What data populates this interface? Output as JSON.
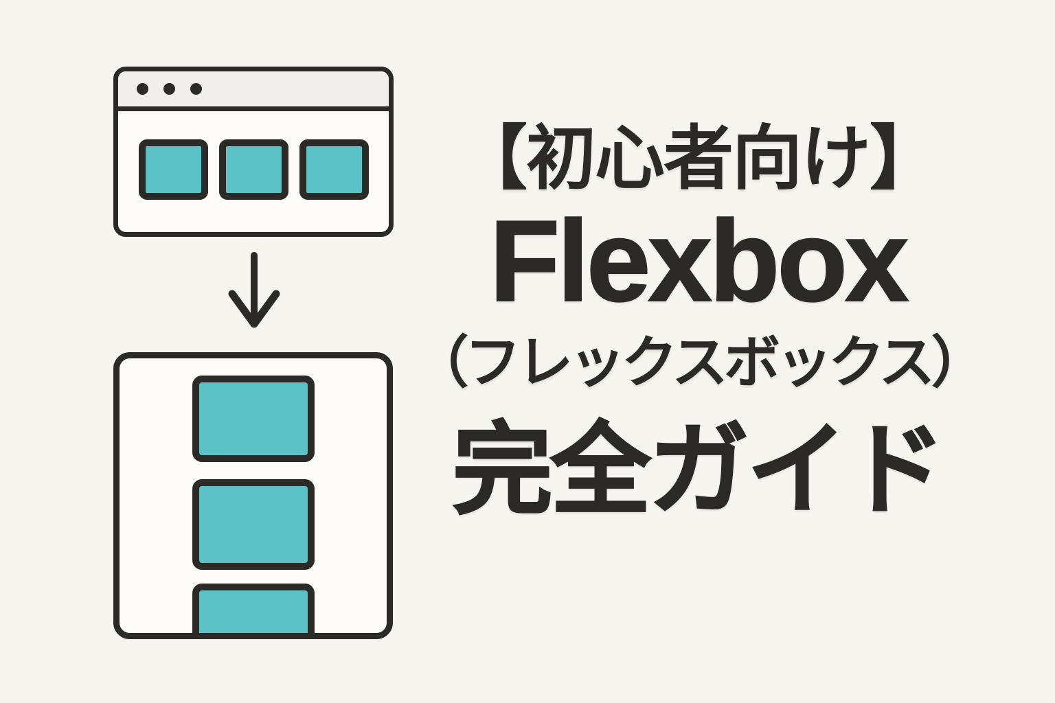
{
  "colors": {
    "background": "#F7F5EF",
    "ink": "#2B2A27",
    "teal": "#5AC1C6",
    "titlebar": "#F0EFEB",
    "panel": "#FCFBF8"
  },
  "title": {
    "line1": "【初心者向け】",
    "line2": "Flexbox",
    "line3": "（フレックスボックス）",
    "line4": "完全ガイド"
  },
  "diagram": {
    "row_window": {
      "dot_count": 3,
      "item_count": 3,
      "direction": "row",
      "item_color": "#5AC1C6"
    },
    "arrow_direction": "down",
    "column_container": {
      "item_count": 3,
      "direction": "column",
      "item_color": "#5AC1C6",
      "third_item_clipped": true
    }
  }
}
